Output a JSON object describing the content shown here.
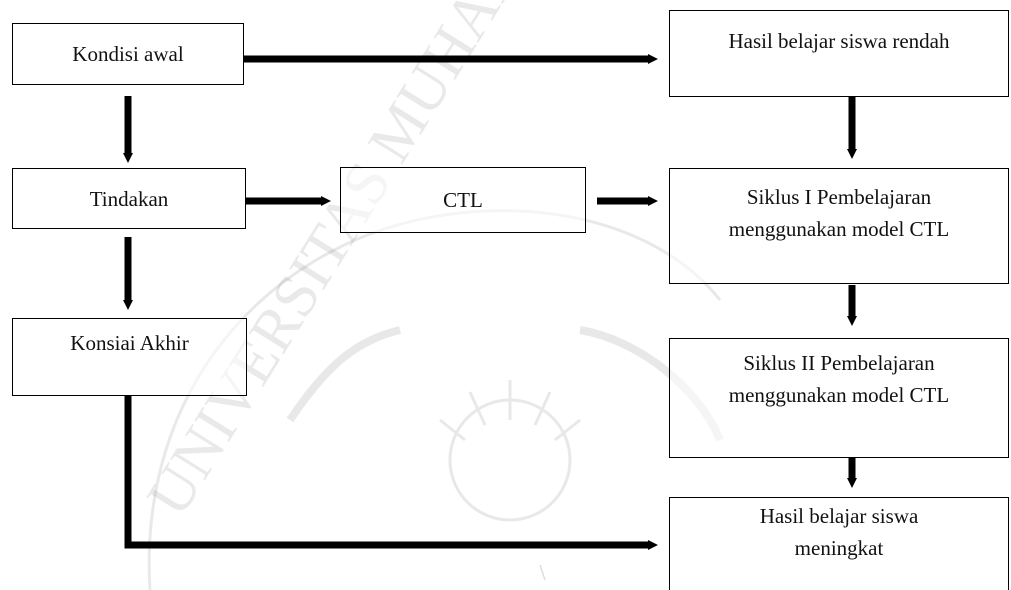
{
  "boxes": {
    "kondisi_awal": "Kondisi awal",
    "tindakan": "Tindakan",
    "konsiai_akhir": "Konsiai Akhir",
    "ctl": "CTL",
    "hasil_rendah": "Hasil belajar siswa rendah",
    "siklus_1": "Siklus I Pembelajaran menggunakan model CTL",
    "siklus_2": "Siklus II Pembelajaran menggunakan model CTL",
    "hasil_meningkat": "Hasil belajar siswa meningkat"
  },
  "watermark": {
    "text": "UNIVERSITAS MUHAMMADIYAH"
  }
}
